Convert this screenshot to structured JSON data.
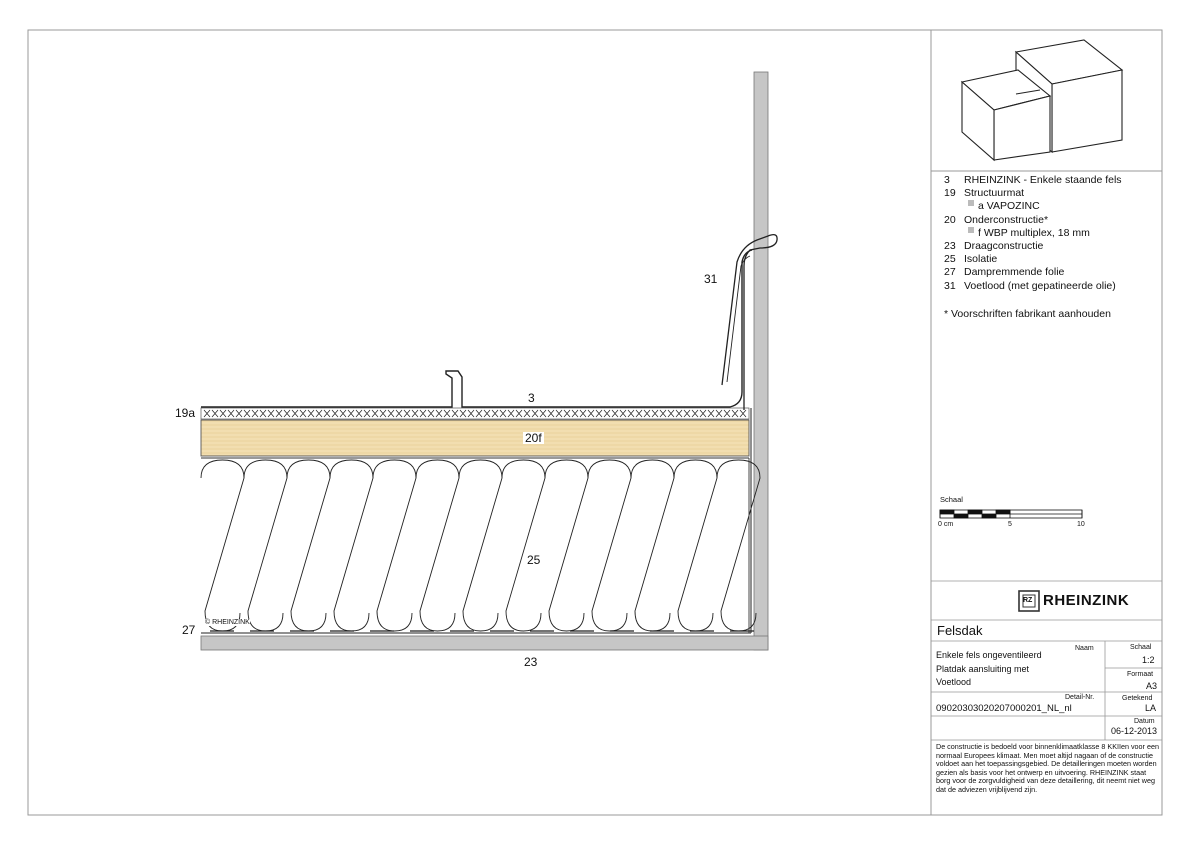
{
  "callouts": {
    "c3": "3",
    "c31": "31",
    "c19a": "19a",
    "c20f": "20f",
    "c25": "25",
    "c27": "27",
    "c23": "23",
    "watermark": "© RHEINZINK"
  },
  "legend": {
    "items": [
      {
        "num": "3",
        "text": "RHEINZINK - Enkele staande fels"
      },
      {
        "num": "19",
        "text": "Structuurmat"
      },
      {
        "num": "",
        "text": "a  VAPOZINC",
        "sub": true
      },
      {
        "num": "20",
        "text": "Onderconstructie*"
      },
      {
        "num": "",
        "text": "f  WBP multiplex, 18 mm",
        "sub": true
      },
      {
        "num": "23",
        "text": "Draagconstructie"
      },
      {
        "num": "25",
        "text": "Isolatie"
      },
      {
        "num": "27",
        "text": "Dampremmende folie"
      },
      {
        "num": "31",
        "text": "Voetlood (met gepatineerde olie)"
      }
    ],
    "note": "*  Voorschriften fabrikant aanhouden"
  },
  "scale_bar": {
    "title": "Schaal",
    "ticks": [
      "0 cm",
      "5",
      "10"
    ]
  },
  "brand": {
    "logo_text": "RHEINZINK",
    "logo_mark": "RZ"
  },
  "title_block": {
    "main_title": "Felsdak",
    "naam_label": "Naam",
    "naam_line1": "Enkele fels ongeventileerd",
    "naam_line2": "Platdak aansluiting met",
    "naam_line3": "Voetlood",
    "schaal_label": "Schaal",
    "schaal_value": "1:2",
    "formaat_label": "Formaat",
    "formaat_value": "A3",
    "detail_label": "Detail-Nr.",
    "detail_value": "09020303020207000201_NL_nl",
    "getekend_label": "Getekend",
    "getekend_value": "LA",
    "datum_label": "Datum",
    "datum_value": "06-12-2013",
    "disclaimer": "De constructie is bedoeld voor binnenklimaatklasse 8 KKIIen voor een normaal Europees klimaat. Men moet altijd nagaan of de constructie voldoet aan het toepassingsgebied. De detailleringen moeten worden gezien als basis voor het ontwerp en uitvoering. RHEINZINK staat borg voor de zorgvuldigheid van deze detaillering, dit neemt niet weg dat de adviezen vrijblijvend zijn."
  }
}
